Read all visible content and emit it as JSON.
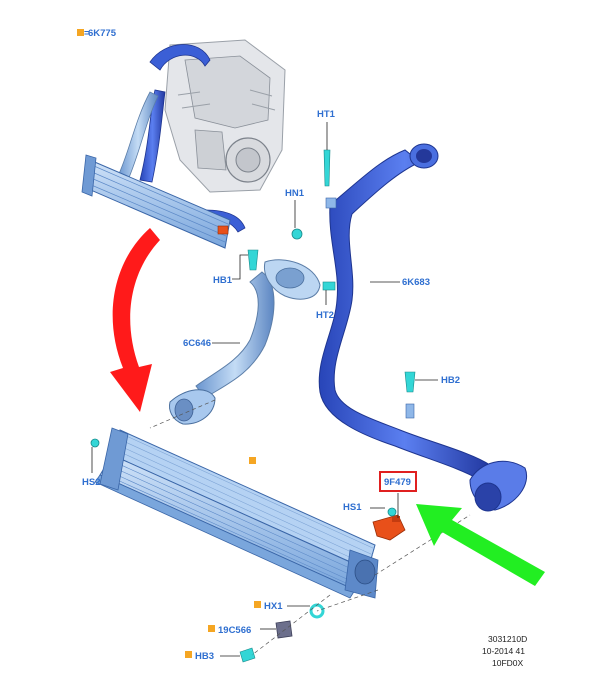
{
  "callouts": {
    "engine_ref": "6K775",
    "ht1": "HT1",
    "hn1": "HN1",
    "hb1": "HB1",
    "ht2": "HT2",
    "pipe_6k683": "6K683",
    "pipe_6c646": "6C646",
    "hb2": "HB2",
    "hs2": "HS2",
    "hs1": "HS1",
    "sensor": "9F479",
    "hx1": "HX1",
    "part_19c566": "19C566",
    "hb3": "HB3"
  },
  "footer": {
    "line1": "3031210D",
    "line2": "10-2014 41",
    "line3": "10FD0X"
  },
  "colors": {
    "label": "#2f6fd0",
    "marker": "#f5a623",
    "highlight_box": "#e02020",
    "arrow_red": "#ff1a1a",
    "arrow_green": "#22ee22",
    "pipe_blue": "#3b5fd6",
    "pipe_light": "#8fb7e8",
    "cooler_blue": "#9fc3ee",
    "fastener_cyan": "#33d6d6",
    "sensor_orange": "#e8501a"
  },
  "icons": [
    "red-arrow-icon",
    "green-arrow-icon",
    "square-marker-icon"
  ]
}
